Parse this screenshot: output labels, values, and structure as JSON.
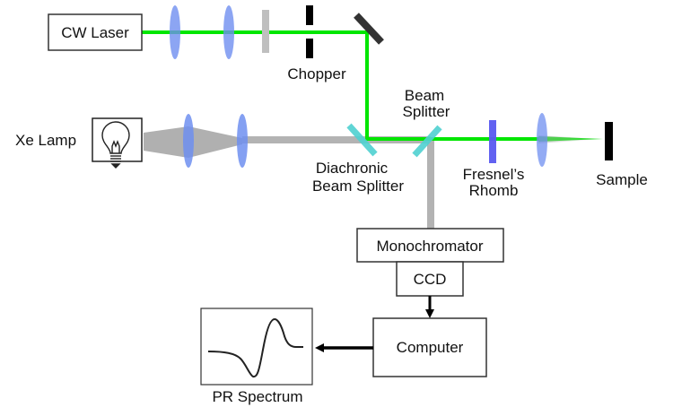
{
  "diagram": {
    "title": "Photoreflectance (PR) measurement setup",
    "colors": {
      "laser_beam": "#00e600",
      "white_light_beam": "#b3b3b3",
      "lens": "#6f8ff0",
      "beam_splitter": "#4fd1d1",
      "fresnel_rhomb": "#5a5af0",
      "filter": "#bfbfbf",
      "mirror": "#333333",
      "box_stroke": "#333333",
      "signal_arrow": "#000000"
    },
    "components": {
      "cw_laser": "CW Laser",
      "chopper": "Chopper",
      "xe_lamp": "Xe Lamp",
      "beam_splitter_line1": "Beam",
      "beam_splitter_line2": "Splitter",
      "dichroic_line1": "Diachronic",
      "dichroic_line2": "Beam Splitter",
      "fresnel_line1": "Fresnel’s",
      "fresnel_line2": "Rhomb",
      "sample": "Sample",
      "monochromator": "Monochromator",
      "ccd": "CCD",
      "computer": "Computer",
      "pr_spectrum": "PR Spectrum"
    },
    "icons": {
      "lamp": "light-bulb-icon",
      "spectrum": "derivative-lineshape-icon"
    }
  }
}
